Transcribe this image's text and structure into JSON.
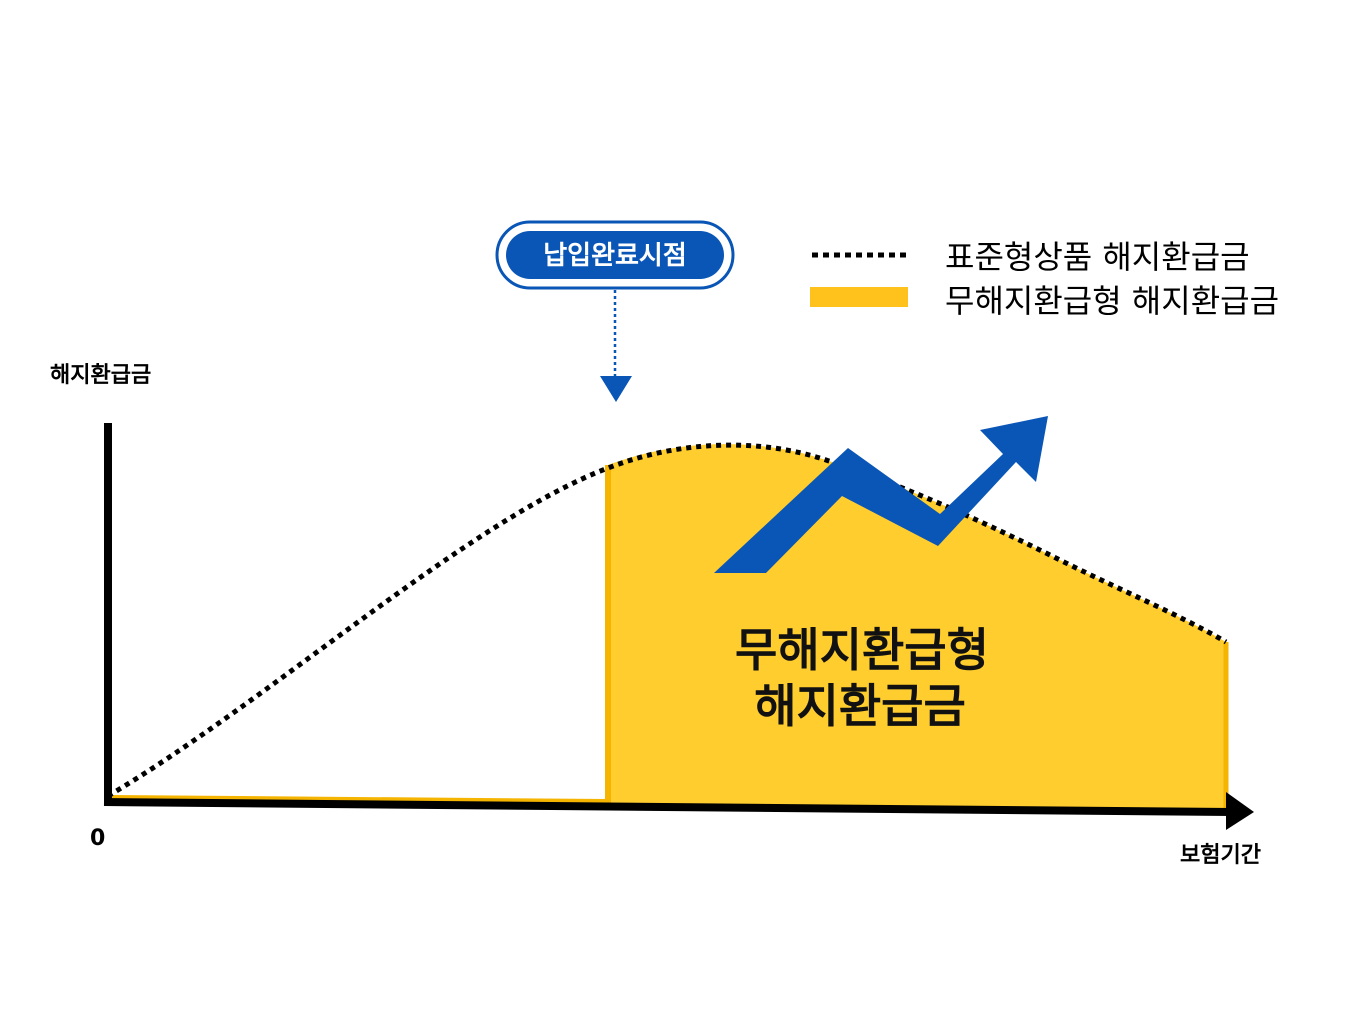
{
  "colors": {
    "fill_yellow": "#FFCD2E",
    "line_yellow": "#F5B400",
    "blue": "#0A56B6",
    "black": "#000000",
    "white": "#FFFFFF"
  },
  "axes": {
    "y_label": "해지환급금",
    "x_label": "보험기간",
    "origin_label": "0"
  },
  "marker": {
    "label": "납입완료시점"
  },
  "legend": {
    "items": [
      {
        "label": "표준형상품 해지환급금",
        "style": "dotted-line"
      },
      {
        "label": "무해지환급형 해지환급금",
        "style": "solid-bar"
      }
    ]
  },
  "area_label": {
    "line1": "무해지환급형",
    "line2": "해지환급금"
  },
  "icons": {
    "rising_arrow": "zigzag-up-arrow-icon",
    "marker_pointer": "triangle-down-icon"
  }
}
